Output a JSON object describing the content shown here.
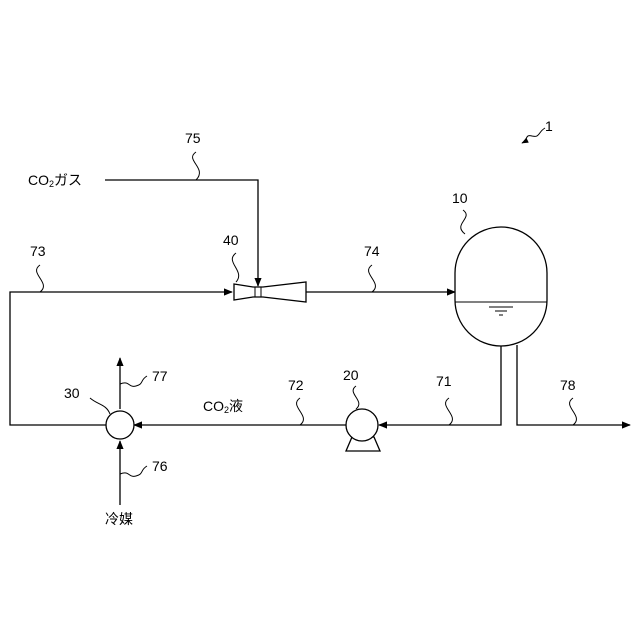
{
  "figure": {
    "ref_system": "1",
    "ref_tank": "10",
    "ref_pump": "20",
    "ref_exchanger": "30",
    "ref_ejector": "40",
    "ref_line_71": "71",
    "ref_line_72": "72",
    "ref_line_73": "73",
    "ref_line_74": "74",
    "ref_line_75": "75",
    "ref_line_76": "76",
    "ref_line_77": "77",
    "ref_line_78": "78"
  },
  "labels": {
    "co2_gas_a": "CO",
    "co2_gas_sub": "2",
    "co2_gas_b": "ガス",
    "co2_liquid_a": "CO",
    "co2_liquid_sub": "2",
    "co2_liquid_b": "液",
    "refrigerant": "冷媒"
  },
  "colors": {
    "line": "#000000",
    "background": "#ffffff"
  }
}
